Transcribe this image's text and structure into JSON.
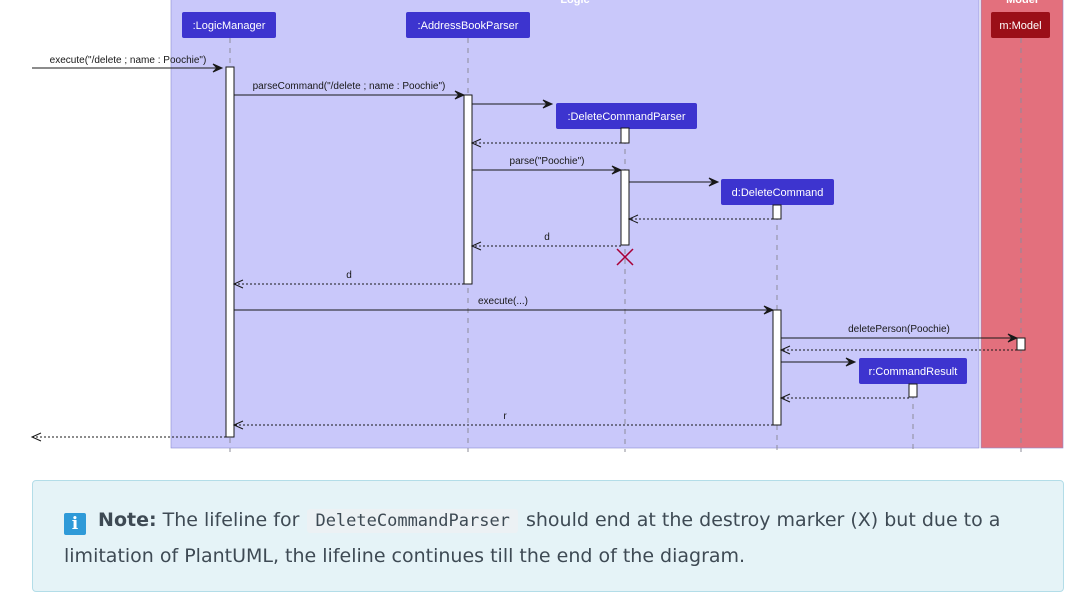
{
  "packages": [
    {
      "id": "logic",
      "name": "Logic",
      "color": "#c9c8fa"
    },
    {
      "id": "model",
      "name": "Model",
      "color": "#e3707d"
    }
  ],
  "participants": [
    {
      "id": "lm",
      "label": ":LogicManager",
      "fill": "#3d34cf"
    },
    {
      "id": "abp",
      "label": ":AddressBookParser",
      "fill": "#3d34cf"
    },
    {
      "id": "dcp",
      "label": ":DeleteCommandParser",
      "fill": "#3d34cf"
    },
    {
      "id": "dc",
      "label": "d:DeleteCommand",
      "fill": "#3d34cf"
    },
    {
      "id": "cr",
      "label": "r:CommandResult",
      "fill": "#3d34cf"
    },
    {
      "id": "m",
      "label": "m:Model",
      "fill": "#9b0f18"
    }
  ],
  "messages": [
    {
      "from": "caller",
      "to": "lm",
      "label": "execute(\"/delete ; name : Poochie\")",
      "kind": "call"
    },
    {
      "from": "lm",
      "to": "abp",
      "label": "parseCommand(\"/delete ; name : Poochie\")",
      "kind": "call"
    },
    {
      "from": "abp",
      "to": "dcp",
      "label": "",
      "kind": "create"
    },
    {
      "from": "dcp",
      "to": "abp",
      "label": "",
      "kind": "return"
    },
    {
      "from": "abp",
      "to": "dcp",
      "label": "parse(\"Poochie\")",
      "kind": "call"
    },
    {
      "from": "dcp",
      "to": "dc",
      "label": "",
      "kind": "create"
    },
    {
      "from": "dc",
      "to": "dcp",
      "label": "",
      "kind": "return"
    },
    {
      "from": "dcp",
      "to": "abp",
      "label": "d",
      "kind": "return"
    },
    {
      "from": "abp",
      "to": "lm",
      "label": "d",
      "kind": "return"
    },
    {
      "from": "lm",
      "to": "dc",
      "label": "execute(...)",
      "kind": "call"
    },
    {
      "from": "dc",
      "to": "m",
      "label": "deletePerson(Poochie)",
      "kind": "call"
    },
    {
      "from": "m",
      "to": "dc",
      "label": "",
      "kind": "return"
    },
    {
      "from": "dc",
      "to": "cr",
      "label": "",
      "kind": "create"
    },
    {
      "from": "cr",
      "to": "dc",
      "label": "",
      "kind": "return"
    },
    {
      "from": "dc",
      "to": "lm",
      "label": "r",
      "kind": "return"
    },
    {
      "from": "lm",
      "to": "caller",
      "label": "",
      "kind": "return"
    }
  ],
  "destroyed": "dcp",
  "colors": {
    "line": "#181818",
    "destroy": "#a80036",
    "activation": "#ffffff"
  },
  "note": {
    "icon": "info-icon",
    "label": "Note:",
    "text_before": "The lifeline for",
    "code": "DeleteCommandParser",
    "text_after": "should end at the destroy marker (X) but due to a limitation of PlantUML, the lifeline continues till the end of the diagram."
  }
}
